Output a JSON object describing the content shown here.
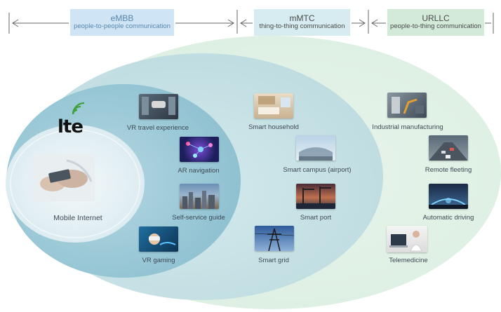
{
  "header": {
    "bands": [
      {
        "name": "eMBB",
        "subtitle": "people-to-people communication"
      },
      {
        "name": "mMTC",
        "subtitle": "thing-to-thing communication"
      },
      {
        "name": "URLLC",
        "subtitle": "people-to-thing communication"
      }
    ]
  },
  "logo": {
    "text": "lte"
  },
  "core": {
    "label": "Mobile Internet"
  },
  "embb_items": [
    {
      "label": "VR travel experience",
      "icon": "vr-headset-photo"
    },
    {
      "label": "AR navigation",
      "icon": "network-lights-photo"
    },
    {
      "label": "Self-service guide",
      "icon": "city-skyline-photo"
    },
    {
      "label": "VR gaming",
      "icon": "vr-gaming-photo"
    }
  ],
  "mmtc_items": [
    {
      "label": "Smart household",
      "icon": "living-room-photo"
    },
    {
      "label": "Smart campus (airport)",
      "icon": "airport-photo"
    },
    {
      "label": "Smart port",
      "icon": "port-cranes-photo"
    },
    {
      "label": "Smart grid",
      "icon": "power-tower-photo"
    }
  ],
  "urllc_items": [
    {
      "label": "Industrial manufacturing",
      "icon": "factory-robot-photo"
    },
    {
      "label": "Remote fleeting",
      "icon": "highway-traffic-photo"
    },
    {
      "label": "Automatic driving",
      "icon": "car-dashboard-photo"
    },
    {
      "label": "Telemedicine",
      "icon": "doctor-laptop-photo"
    }
  ],
  "colors": {
    "embb_band": "#cfe4f4",
    "mmtc_band": "#d6ecf0",
    "urllc_band": "#d4ead9",
    "outer_ellipse": "#e3f1e6",
    "middle_ellipse": "#c8e2e6",
    "inner_ellipse": "#9fcbd8"
  }
}
